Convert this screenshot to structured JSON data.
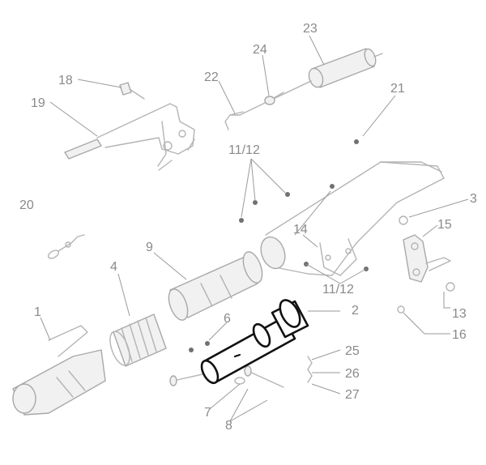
{
  "diagram": {
    "labels": [
      {
        "id": "p1",
        "text": "1"
      },
      {
        "id": "p2",
        "text": "2"
      },
      {
        "id": "p3",
        "text": "3"
      },
      {
        "id": "p4",
        "text": "4"
      },
      {
        "id": "p6",
        "text": "6"
      },
      {
        "id": "p7",
        "text": "7"
      },
      {
        "id": "p8",
        "text": "8"
      },
      {
        "id": "p9",
        "text": "9"
      },
      {
        "id": "p11a",
        "text": "11/12"
      },
      {
        "id": "p11b",
        "text": "11/12"
      },
      {
        "id": "p13",
        "text": "13"
      },
      {
        "id": "p14",
        "text": "14"
      },
      {
        "id": "p15",
        "text": "15"
      },
      {
        "id": "p16",
        "text": "16"
      },
      {
        "id": "p18",
        "text": "18"
      },
      {
        "id": "p19",
        "text": "19"
      },
      {
        "id": "p20",
        "text": "20"
      },
      {
        "id": "p21",
        "text": "21"
      },
      {
        "id": "p22",
        "text": "22"
      },
      {
        "id": "p23",
        "text": "23"
      },
      {
        "id": "p24",
        "text": "24"
      },
      {
        "id": "p25",
        "text": "25"
      },
      {
        "id": "p26",
        "text": "26"
      },
      {
        "id": "p27",
        "text": "27"
      }
    ],
    "highlighted_part": "2",
    "colors": {
      "line": "#b4b4b4",
      "highlight": "#111111",
      "label": "#8a8a8a"
    }
  }
}
